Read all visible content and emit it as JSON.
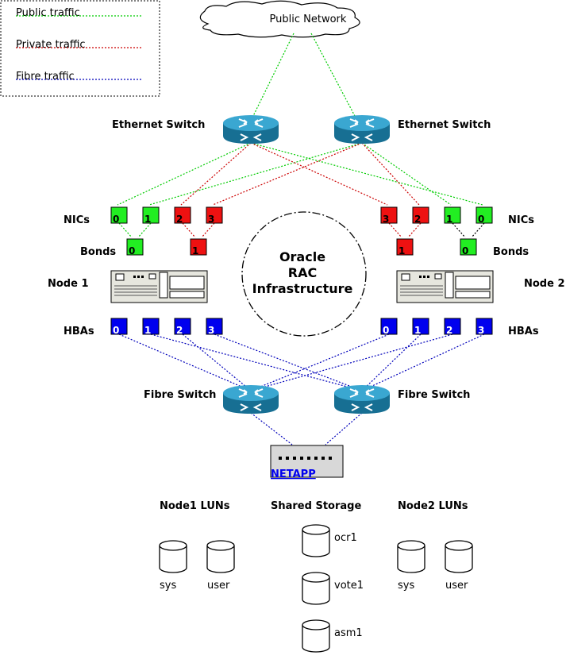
{
  "legend": {
    "public": "Public traffic",
    "private": "Private traffic",
    "fibre": "Fibre traffic"
  },
  "colors": {
    "public": "#00cc00",
    "private": "#cc0000",
    "fibre": "#0000bb",
    "nic_public_fill": "#22ee22",
    "nic_private_fill": "#ee1111",
    "hba_fill": "#0000ee",
    "switch": "#1f8fb8"
  },
  "cloud": {
    "label": "Public Network"
  },
  "switches": {
    "ethernet_left": "Ethernet Switch",
    "ethernet_right": "Ethernet Switch",
    "fibre_left": "Fibre Switch",
    "fibre_right": "Fibre Switch"
  },
  "labels": {
    "nics_left": "NICs",
    "nics_right": "NICs",
    "bonds_left": "Bonds",
    "bonds_right": "Bonds",
    "node1": "Node 1",
    "node2": "Node 2",
    "hbas_left": "HBAs",
    "hbas_right": "HBAs"
  },
  "rac": {
    "line1": "Oracle",
    "line2": "RAC",
    "line3": "Infrastructure"
  },
  "node1_nics": [
    "0",
    "1",
    "2",
    "3"
  ],
  "node2_nics": [
    "3",
    "2",
    "1",
    "0"
  ],
  "node1_bonds": [
    "0",
    "1"
  ],
  "node2_bonds": [
    "1",
    "0"
  ],
  "node1_hbas": [
    "0",
    "1",
    "2",
    "3"
  ],
  "node2_hbas": [
    "0",
    "1",
    "2",
    "3"
  ],
  "storage": {
    "netapp": "NETAPP",
    "node1_luns": "Node1 LUNs",
    "shared": "Shared Storage",
    "node2_luns": "Node2 LUNs",
    "node1_disks": [
      "sys",
      "user"
    ],
    "shared_disks": [
      "ocr1",
      "vote1",
      "asm1"
    ],
    "node2_disks": [
      "sys",
      "user"
    ]
  }
}
